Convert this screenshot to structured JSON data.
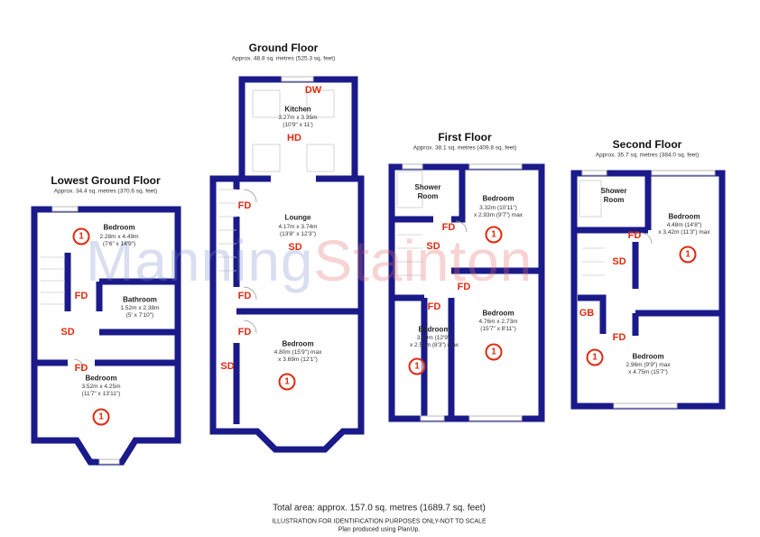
{
  "watermark": {
    "part1": "Manning",
    "part2": "Stainton"
  },
  "floors": [
    {
      "title": "Lowest Ground Floor",
      "area": "Approx. 34.4 sq. metres (370.6 sq. feet)",
      "rooms": [
        {
          "name": "Bedroom",
          "dim1": "2.28m x 4.49m",
          "dim2": "(7'6\" x 14'9\")"
        },
        {
          "name": "Bathroom",
          "dim1": "1.52m x 2.38m",
          "dim2": "(5' x 7'10\")"
        },
        {
          "name": "Bedroom",
          "dim1": "3.52m x 4.25m",
          "dim2": "(11'7\" x 13'11\")"
        }
      ]
    },
    {
      "title": "Ground Floor",
      "area": "Approx. 48.8 sq. metres (525.3 sq. feet)",
      "rooms": [
        {
          "name": "Kitchen",
          "dim1": "3.27m x 3.35m",
          "dim2": "(10'9\" x 11')"
        },
        {
          "name": "Lounge",
          "dim1": "4.17m x 3.74m",
          "dim2": "(13'8\" x 12'3\")"
        },
        {
          "name": "Bedroom",
          "dim1": "4.80m (15'9\") max",
          "dim2": "x 3.69m (12'1\")"
        }
      ]
    },
    {
      "title": "First Floor",
      "area": "Approx. 38.1 sq. metres (409.8 sq. feet)",
      "rooms": [
        {
          "name": "Shower Room"
        },
        {
          "name": "Bedroom",
          "dim1": "3.32m (10'11\")",
          "dim2": "x 2.93m (9'7\") max"
        },
        {
          "name": "Bedroom",
          "dim1": "3.89m (12'9\")",
          "dim2": "x 2.51m (8'3\") max"
        },
        {
          "name": "Bedroom",
          "dim1": "4.76m x 2.73m",
          "dim2": "(15'7\" x 8'11\")"
        }
      ]
    },
    {
      "title": "Second Floor",
      "area": "Approx. 35.7 sq. metres (384.0 sq. feet)",
      "rooms": [
        {
          "name": "Shower Room"
        },
        {
          "name": "Bedroom",
          "dim1": "4.48m (14'8\")",
          "dim2": "x 3.42m (11'3\") max"
        },
        {
          "name": "Bedroom",
          "dim1": "2.96m (9'9\") max",
          "dim2": "x 4.75m (15'7\")"
        }
      ]
    }
  ],
  "codes": {
    "fd": "FD",
    "sd": "SD",
    "dw": "DW",
    "hd": "HD",
    "gb": "GB",
    "one": "1"
  },
  "footer": {
    "total": "Total area: approx. 157.0 sq. metres (1689.7 sq. feet)",
    "disclaimer": "ILLUSTRATION FOR IDENTIFICATION PURPOSES ONLY-NOT TO SCALE",
    "credit": "Plan produced using PlanUp."
  },
  "colors": {
    "wall": "#1a1a8a",
    "code": "#e02a10"
  }
}
